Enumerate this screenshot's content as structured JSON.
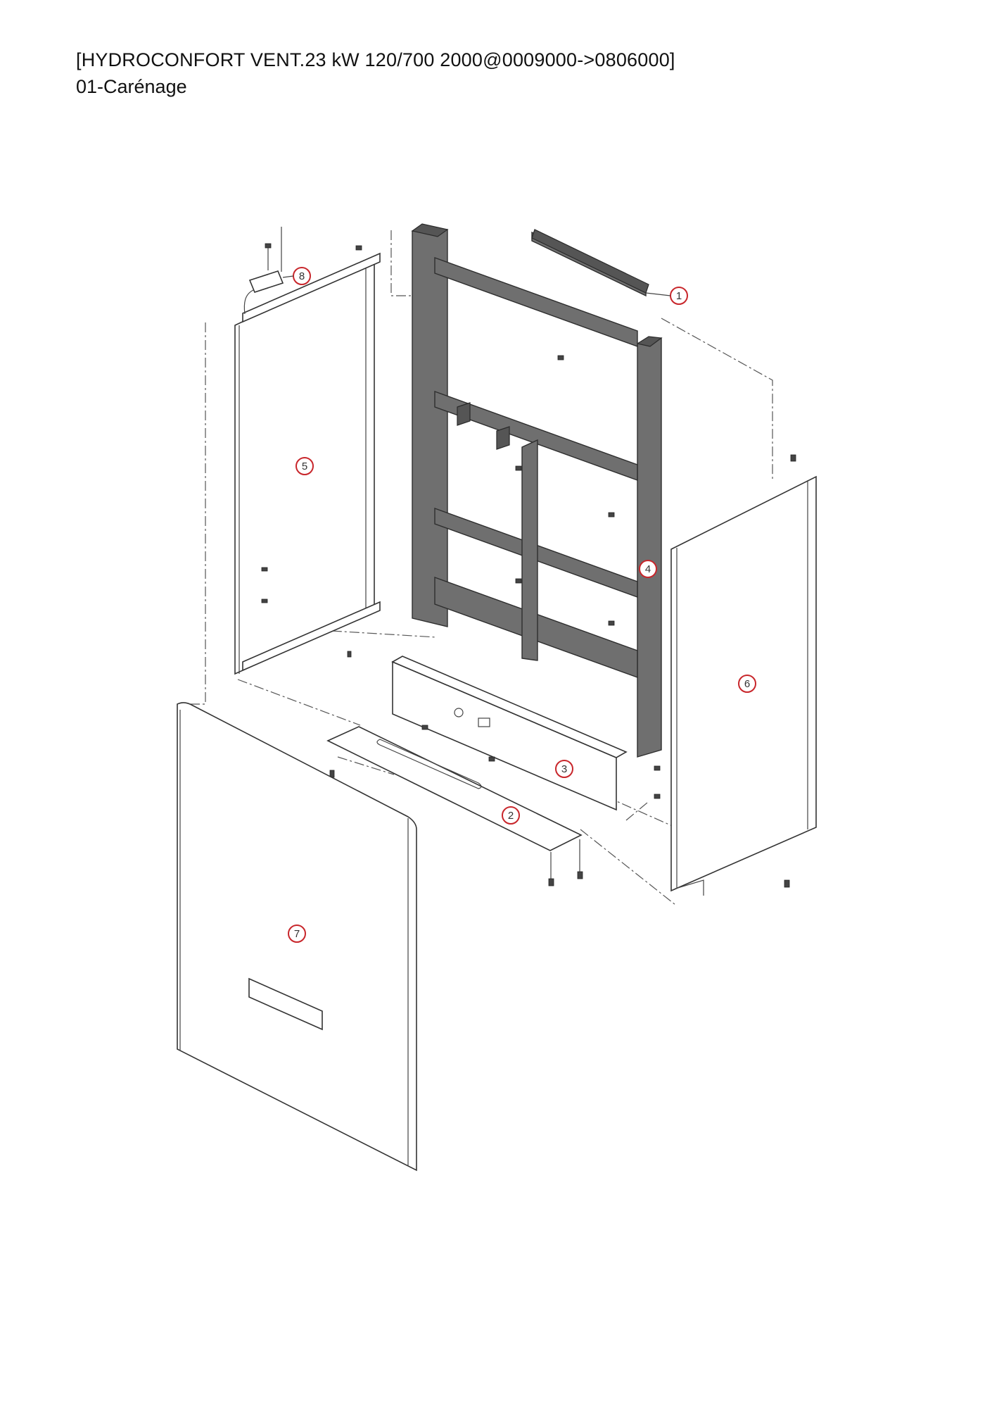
{
  "header": {
    "title": "[HYDROCONFORT VENT.23 kW 120/700 2000@0009000->0806000]",
    "subtitle": "01-Carénage"
  },
  "callouts": [
    {
      "id": "callout-1",
      "label": "1"
    },
    {
      "id": "callout-2",
      "label": "2"
    },
    {
      "id": "callout-3",
      "label": "3"
    },
    {
      "id": "callout-4",
      "label": "4"
    },
    {
      "id": "callout-5",
      "label": "5"
    },
    {
      "id": "callout-6",
      "label": "6"
    },
    {
      "id": "callout-7",
      "label": "7"
    },
    {
      "id": "callout-8",
      "label": "8"
    }
  ],
  "colors": {
    "callout_ring": "#c8262b",
    "frame_fill": "#6f6f6f",
    "line": "#333333"
  }
}
